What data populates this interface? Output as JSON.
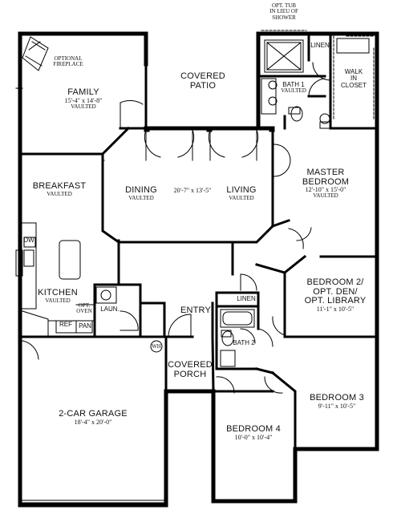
{
  "plan": {
    "rooms": {
      "family": {
        "name": "FAMILY",
        "dim": "15'-4\" x 14'-8\"",
        "note": "VAULTED"
      },
      "fireplace": {
        "line1": "OPTIONAL",
        "line2": "FIREPLACE"
      },
      "covered_patio": {
        "line1": "COVERED",
        "line2": "PATIO"
      },
      "breakfast": {
        "name": "BREAKFAST",
        "note": "VAULTED"
      },
      "dining": {
        "name": "DINING",
        "note": "VAULTED"
      },
      "dining_living_dim": "20'-7\" x 13'-5\"",
      "living": {
        "name": "LIVING",
        "note": "VAULTED"
      },
      "master_bedroom": {
        "line1": "MASTER",
        "line2": "BEDROOM",
        "dim": "12'-10\" x 15'-0\"",
        "note": "VAULTED"
      },
      "bath1": {
        "name": "BATH 1",
        "note": "VAULTED"
      },
      "linen_top": "LINEN",
      "walk_in_closet": {
        "line1": "WALK",
        "line2": "IN",
        "line3": "CLOSET"
      },
      "opt_tub": {
        "line1": "OPT. TUB",
        "line2": "IN LIEU OF",
        "line3": "SHOWER"
      },
      "kitchen": {
        "name": "KITCHEN",
        "note": "VAULTED"
      },
      "dw": "DW",
      "ref": "REF",
      "pan": "PAN",
      "opt_oven": {
        "line1": "OPT.",
        "line2": "OVEN"
      },
      "laundry": "LAUN.",
      "entry": "ENTRY",
      "linen_mid": "LINEN",
      "wh": "WH",
      "bath2": "BATH 2",
      "bedroom2": {
        "line1": "BEDROOM 2/",
        "line2": "OPT. DEN/",
        "line3": "OPT. LIBRARY",
        "dim": "11'-1\" x 10'-5\""
      },
      "bedroom3": {
        "name": "BEDROOM 3",
        "dim": "9'-11\" x 10'-5\""
      },
      "bedroom4": {
        "name": "BEDROOM 4",
        "dim": "10'-0\" x 10'-4\""
      },
      "covered_porch": {
        "line1": "COVERED",
        "line2": "PORCH"
      },
      "garage": {
        "name": "2-CAR GARAGE",
        "dim": "18'-4\" x 20'-0\""
      }
    }
  }
}
